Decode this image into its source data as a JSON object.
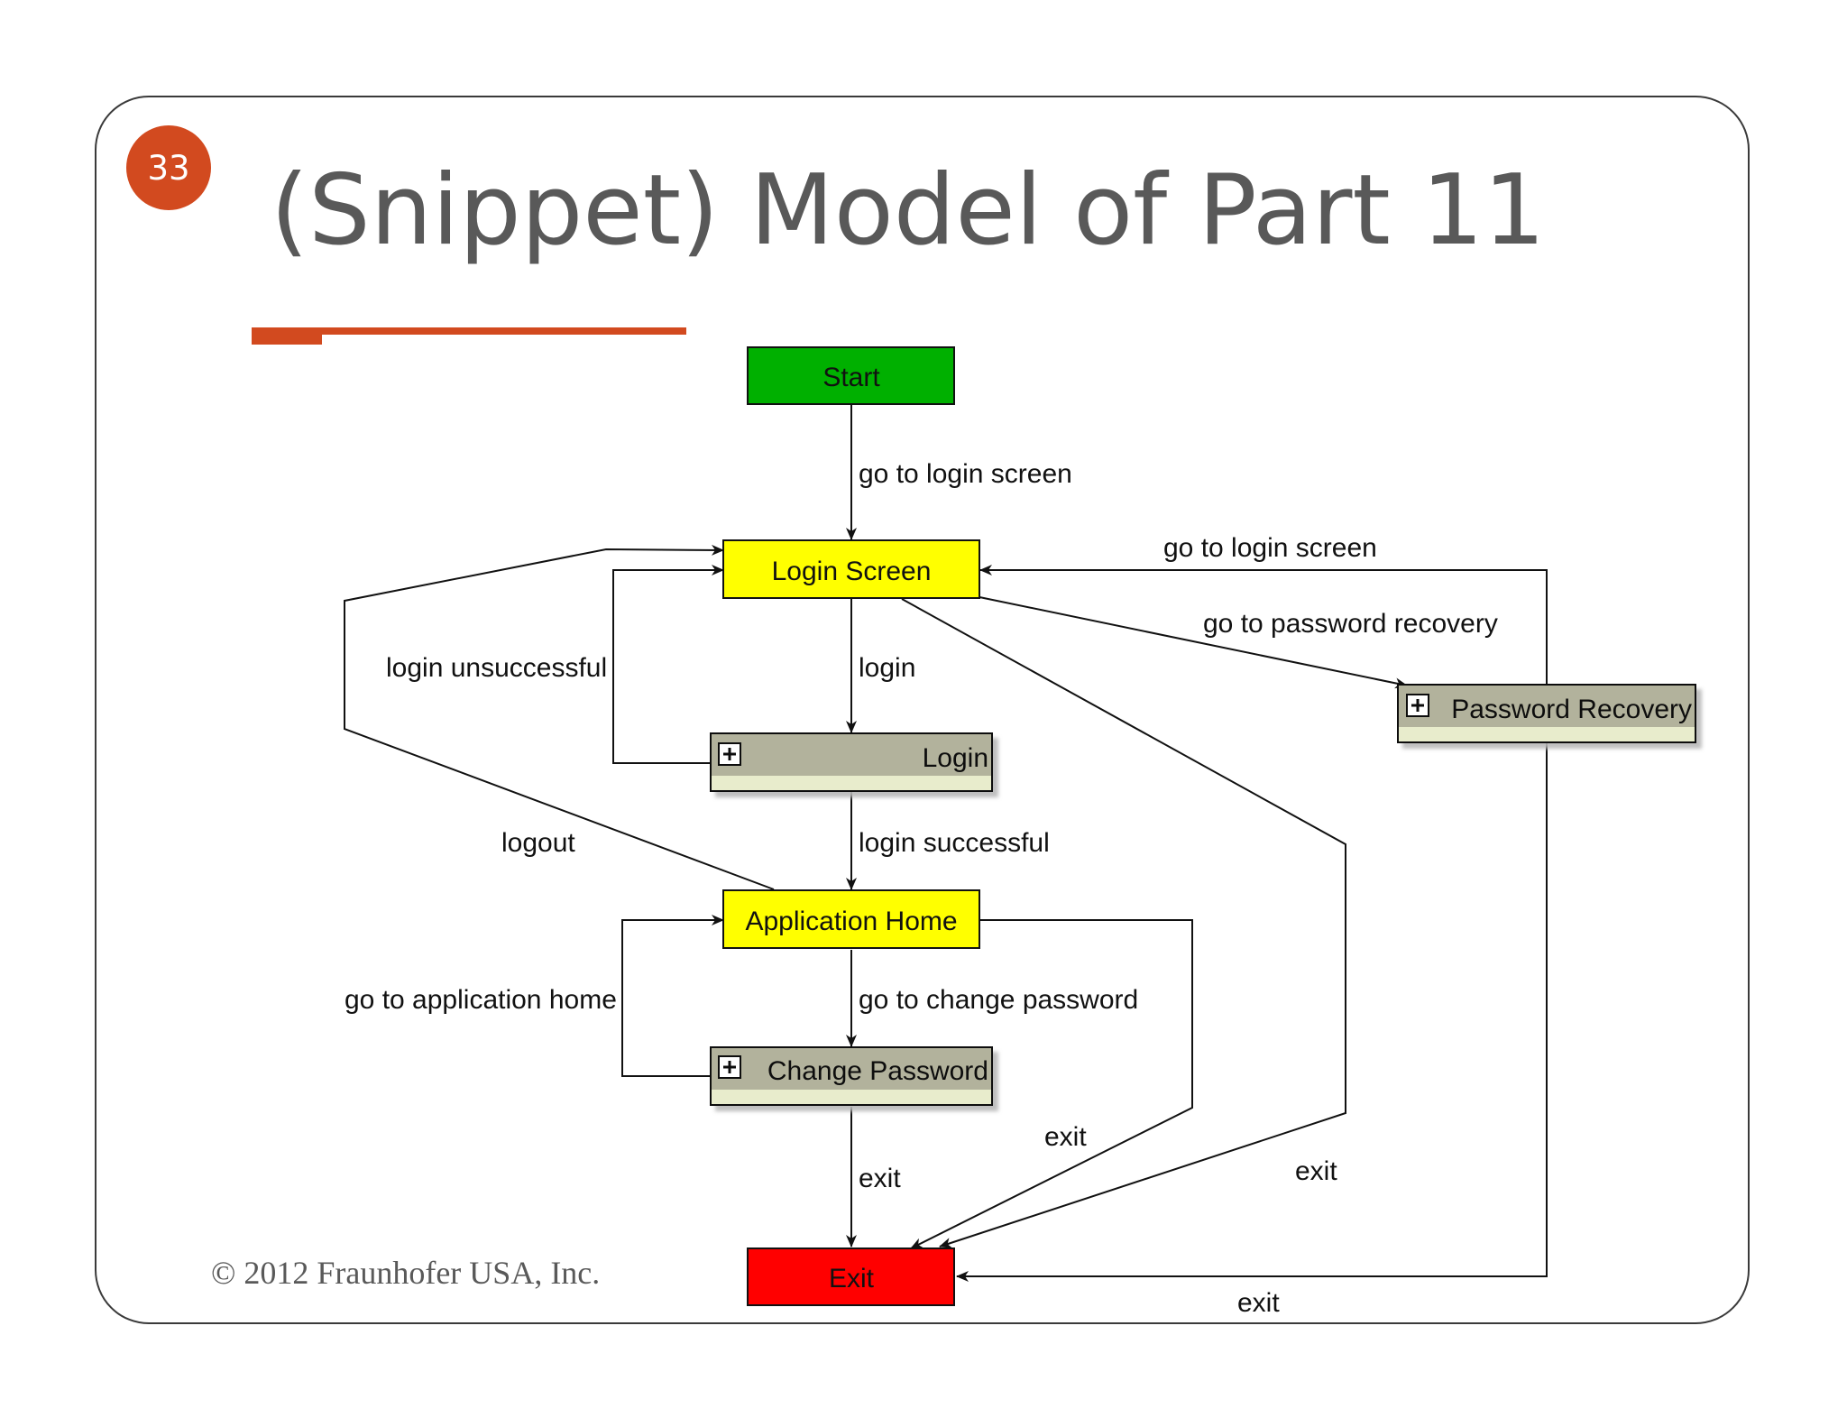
{
  "slide": {
    "number": "33",
    "title": "(Snippet) Model of Part 11",
    "footer": "© 2012 Fraunhofer USA, Inc."
  },
  "colors": {
    "accent": "#d24a1f",
    "start_state": "#00b000",
    "screen_state": "#ffff00",
    "exit_state": "#ff0000",
    "composite_state": "#b2b29c"
  },
  "diagram": {
    "nodes": {
      "start": "Start",
      "login_screen": "Login Screen",
      "login": "Login",
      "password_recovery": "Password Recovery",
      "application_home": "Application Home",
      "change_password": "Change Password",
      "exit": "Exit"
    },
    "edges": {
      "start_to_login_screen": "go to login screen",
      "recovery_to_login_screen": "go to login screen",
      "login_screen_to_recovery": "go to password recovery",
      "login_unsuccessful": "login unsuccessful",
      "login": "login",
      "logout": "logout",
      "login_successful": "login successful",
      "go_to_application_home": "go to application home",
      "go_to_change_password": "go to change password",
      "change_password_exit": "exit",
      "home_exit": "exit",
      "login_screen_exit": "exit",
      "recovery_exit": "exit"
    }
  }
}
